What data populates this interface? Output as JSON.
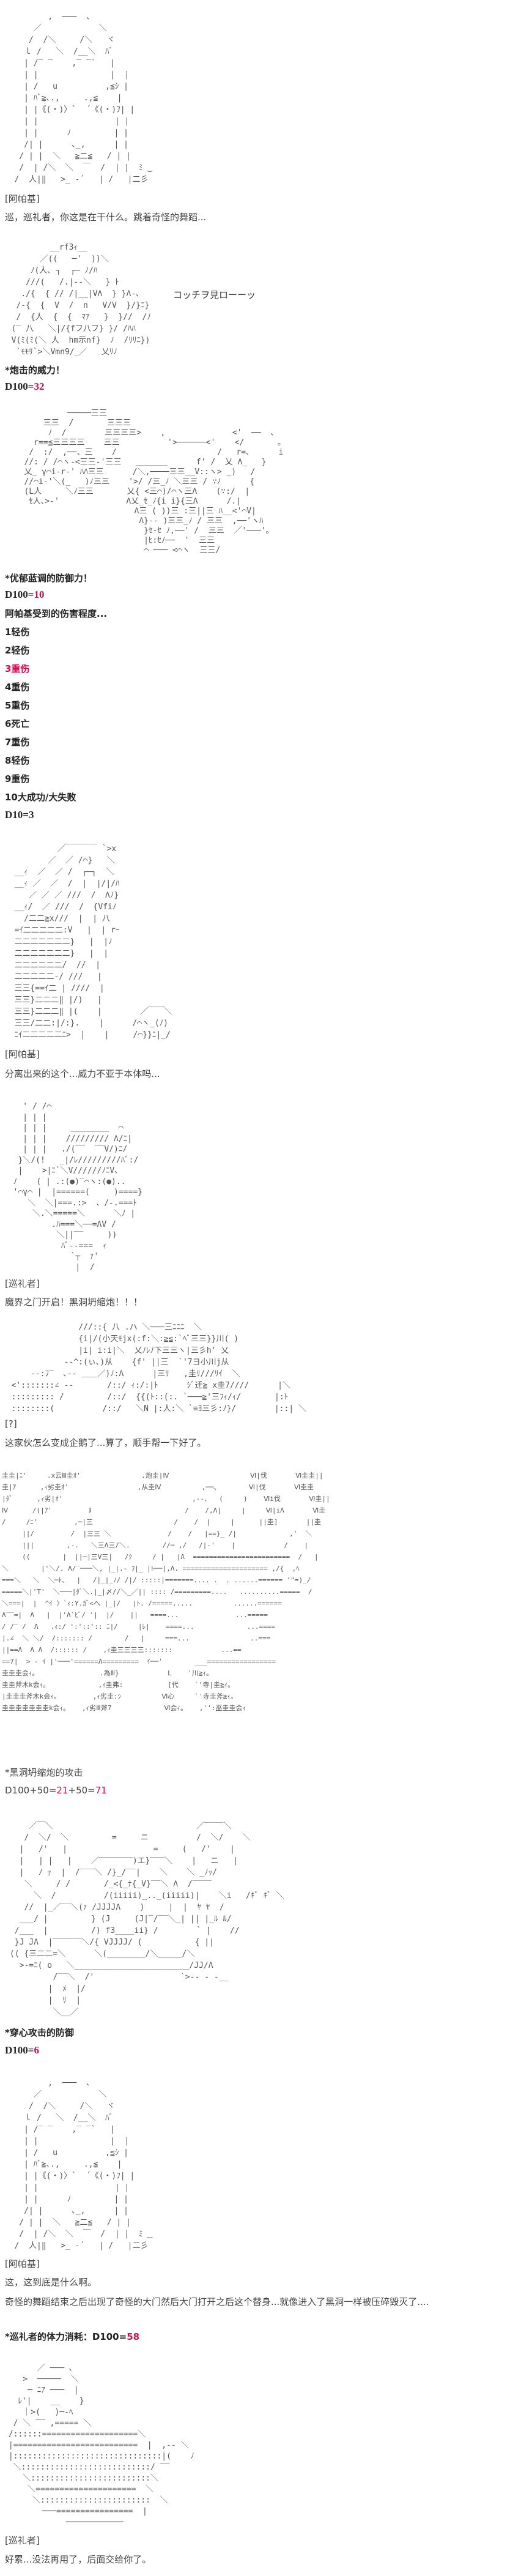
{
  "colors": {
    "text": "#444444",
    "bold_text": "#222222",
    "highlight": "#d0104c"
  },
  "speakers": {
    "apache": "[阿帕基]",
    "pilgrim": "[巡礼者]",
    "unknown": "[?]"
  },
  "lines": {
    "l1": "巡，巡礼者，你这是在干什么。跳着奇怪的舞蹈...",
    "aa2_caption": "コッチヲ見ローーッ",
    "cannon_power": "*炮击的威力！",
    "d100_prefix": "D100=",
    "cannon_power_roll": "32",
    "defense": "*优郁蓝调的防御力！",
    "defense_roll": "10",
    "damage_title": "阿帕基受到的伤害程度...",
    "damage_table": [
      "1轻伤",
      "2轻伤",
      "3重伤",
      "4重伤",
      "5重伤",
      "6死亡",
      "7重伤",
      "8轻伤",
      "9重伤",
      "10大成功/大失败"
    ],
    "d10": "D10=3",
    "l2": "分离出来的这个...威力不亚于本体吗...",
    "l3": "魔界之门开启！黑洞坍缩炮！！！",
    "l4": "这家伙怎么变成企鹅了...算了，顺手帮一下好了。",
    "bh_attack": "*黑洞坍缩炮的攻击",
    "bh_prefix": "D100+50=",
    "bh_roll": "21",
    "bh_mid": "+50=",
    "bh_total": "71",
    "pierce_def": "*穿心攻击的防御",
    "pierce_roll": "6",
    "l5": "这，这到底是什么啊。",
    "l6": "奇怪的舞蹈结束之后出现了奇怪的大门然后大门打开之后这个替身...就像进入了黑洞一样被压碎毁灭了....",
    "stamina": "*巡礼者的体力消耗：D100=",
    "stamina_roll": "58",
    "l7": "好累...没法再用了，后面交给你了。"
  },
  "ascii_art": {
    "aa1": "          ,  ───  、\n       ／            ＼\n      /  /＼     /＼   ヾ\n     ｌ /   ＼  /__＼  ﾊﾞ\n     | /‾ ‾    ,‾ ‾`   |\n     | |               |  |\n     | /   u          ,≦ｼ |\n     | ﾊﾞ≧､.,     .,≦    |\n     | |《(・)〉`  ´《(・)ﾌ| |\n     | |                | |\n     | |      ﾉ         | |\n     /| |      ､_,      | |\n    / | |  ＼   ≧二≦   / | |\n    /  | /＼  ＼  ￣  /  | |  ﾐ ‿\n   /  人|‖   >_ -´   | /   |二彡",
    "aa2": "          __rf3ｨ__\n        ／((   ─'  ))＼\n      ﾉ(人､ ┐  ┌─ ﾉ/ﾊ\n     ///(   /.|--＼   } ﾄ\n    ./{  { // /|__|VΛ  } }Λ-､\n   /-{  {  V  /  n   V/V  }/}ﾆ}\n   /  {人  {  {  ﾏｱ   }  }//  /ﾉ\n  (‾ 八   ＼|/{fフ八フ} }/ /ﾊﾊ\n  V(ﾐ(ﾐ(＼ 人  hm示nf}  ﾉ  /ﾘﾘﾆ})\n   `ﾓﾓﾘ`>＼Vmn9/_／   乂ﾘﾉ",
    "aa3": "            ─────三三\n       三三  /       三三三\n        ﾉ  /        三三三三>    ,              <'  ──  ､\n     r==≦三三三三    三三          '>──────<'    </       ｡\n    /  :/  ,──、三    /                     /   r=､      i\n   //: / /⌒ヽ-<三三-'三三   ＿＿＿＿      f' /  乂 Λ_   }\n   乂_ γ⌒i-r-' ﾊﾊ三三      /＼,────三三__V::ヽ> _)   /\n   //⌒i-'＼(_   )ﾉ三三    '>/ /三_ﾉ ＼三三 / ∵ﾉ      {\n   (L人     ＼ﾉ三三       乂{ <三⌒)/⌒ヽ三Λ    (∵:/  |\n    ｾ人､>-'              Λ乂_ｾ_ﾉ{i i}{三Λ      /.|\n                          Λ三 ( ))三 :三||三 ﾊ__<'⌒V|\n                           Λ}-- )三三_ﾉ / 三三  ,──'ヽﾊ\n                            }ｾ-ｾ ﾉ,──' /  三三  ／'───'｡\n                            |ﾋ:ｾﾉ──  '  三三\n                            ⌒ ─── <⌒ヽ  三三/",
    "aa4": "            ／￣￣￣￣ `>x\n          ／  ／ /⌒}   ＼\n   __ｨ  ／  ／ /  ┌─┐  ＼\n   __ｨ ／  ／  /  |  |/|/ﾊ\n      ／ ／ ／ ///  /  Λﾉ}\n   __ｨ/  ／ ///  /  {Vfiﾉ\n     /二二≧x///  |  | 八\n   =ｲ二二二二二:V   |  | rｰ\n   二二二二二二二}   |  |ﾉ\n   二二二二二二二}   |  |\n   二二二二二二/  //  |\n   二二二二二-/ ///   |\n   三三{==ｲ二 | ////  |\n   三三}二二二‖ |/)   |\n   三三}二二二‖ |(    |        ／￣￣＼\n   三三/二二:|/:}.    |      /⌒ヽ_(ﾉ)\n   ﾆｲ二二二二二ﾆ>  |    |     /⌒}}ﾆ|_/",
    "aa5": "    ' / /⌒\n    | | |\n    | | |     ________  ⌒\n    | | |    ///////// Λ/ﾆ|\n    | | |   ./(‾‾  ‾‾V/)ﾆ/\n   }＼/(!   _|/ﾚ/////////ﾊﾞ:/\n   |    >|ﾆ`＼V//////ﾉﾆV､\n  ﾉ    ( | .:(●)‾⌒ヽ:(●)..\n  '⌒γ⌒ |  |======(     )====}\n     ＼  ＼|===.:>  、/-.===ﾄ\n      ＼.＼=====＼      ＼ﾉ |\n          .ﾊ===＼──=ΛV /\n           ＼||‾‾     ))\n            ﾊﾞ--===  ｨ\n              `┬  ｧ'\n               |  /",
    "aa6": "                ///::{ 八 .ハ ＼───三ﾆﾆﾆ  ＼\n                {i|/(小天ﾓjx(:f:＼:≧≦:`ﾍﾞ三三}}川( )\n                |i| i:i|＼  乂ﾉﾚﾉ下三三ヽ|三彡h' 乂\n             --^:(ぃ､)从    {f' ||三  `'7ヨ小川j从\n      --:ﾌ‾  ､-- ＿＿／)ﾉ:Λ      |三ﾘ   ,圭ﾘ///ﾘｲ  ＼\n  <':::::::∠ --       /::/ ｨ:/:|ﾄ      ｼﾞ迁≧ x圭7////      |＼\n  ::::::::: /         /::/  {{(ﾄ::(:. `───≧'三ﾌｨ/ｨ/       |:ﾄ\n  ::::::::(          /::/   ＼N |:人:＼ `≡ﾖ三彡:ﾉ}/        |::| ＼",
    "aa7": "圭圭|ﾆ'     .x云Ⅲ圭ｵ'               .炮圭|Ⅳ                    Ⅵ|伐       Ⅵ圭圭||\n圭|ｱ      ,ｨ劣圭ｵ'                 ,从圭Ⅳ          ,──、       Ⅵ|伐       Ⅵ圭圭\n|ﾀﾞ      ,ｨ劣|ｵ'                                ,--、  (     )    Ⅵi伐       Ⅵ圭||\nⅣ      /(|ｱ'         ﾇ                       /    /,Λ|     |     Ⅵ|iΛ       Ⅵ圭\n/     /ﾆ'         ,─|三                    /    /  |     |      ||圭]       ||圭\n     ||/         /  |三三 ＼              /    /   |==}_ /|             ,'  ＼\n     |||        ,-.   ＼三Λ三/＼.        //─ ,/   /|-'    |            /    |\n     ((        |  ||─|三V三|   /ｸ     / |   |Λ  ========================  /   |\n＼        |'＼/. Λ/‾───＼, |_|.- ﾌ|_ |ﾄ──|,Λ. ===================== ,/{  ,ﾍ\n===＼   ＼  ＼─ﾄ、  |   /|_|_ﾉ/ /|/ :::::|=======.... .  . ......====== '\"=)_/\n=====＼|'T'  ＼───|ﾀﾞ＼.|_|〆//＼_／|| :::: /=========....   ..........=====  /\n＼===|  |  ^ｲ 〉`ｨ:Y.ｶﾞ<へ |_|/   |ﾄ. /=====.....          ......======\nΛ‾‾=|  Λ   |  |'Λ`ﾋﾞ/ '|  |/    ||   ====...              ...=====\n/ /‾ /  Λ   .ｨ:/ ':'::':: ﾆ|/     |ﾚ|    ====...             ...====\n|.∠  ＼ ＼/  /::::::: /        /   |     ===...               ..===\n||==Λ  Λ Λ  /:::::: /    ,ｨ圭三三三三:::::::            ...==\n==7|  > - ｲ |'───'======Λ=========  ｲ──'        ___=================\n圭圭圭会ｨ。               .為Ⅲ}            L    '川≧ｨ。\n圭圭斧木k会ｨ。            ,ｨ圭弗:           [代    `'寺|圭≧ｨ。\n|圭圭圭斧木k会ｨ。        ,ｨ劣圭:ｼ          Ⅵ心     `'寺圭斧≧ｨ。\n圭圭圭圭圭圭圭k会ｨ。   ,ｨ劣Ⅲ斧7             Ⅵ会ｨ。   ,'':巫圭圭会ｨ",
    "aa8": "    ／￣＼                              ／‾‾‾‾＼\n   /  ＼/  ＼         =     ニ          /  ＼/    ＼\n  |   /'   |                  =     (   /'    |\n  |   | |   |    ／‾‾‾‾‾‾‾)エ}‾‾‾＼    |   ニ   |\n  |   ﾉ ｯ  |  /‾‾‾＼ /}_/‾‾|    ＼    ＼ _ﾉｯ/\n   ＼     / /       /_<{_ﾅ{_V}‾‾＼ Λ  /‾‾‾‾\n     ＼  /          /(iiiii)_.._(iiiii)|    ＼i   /ｷﾞ ｷﾞ ＼\n   //  |_／‾‾＼(ｧ /JJJJΛ    )     |  |  ﾔ ﾔ  /\n  ___/ |         } (J     (J|‾/‾‾＼_| || |_ﾙ ﾙ/\n /___  |         /) f3____ii} /        ` |    //\n }J JΛ  |‾‾‾‾‾‾＼/{ VJJJJ/ (           { ||\n(( {三二二=＼      ＼(________/＼_____/＼\n  >-=ﾆ( o   ＼________________________/JJ/Λ\n         /‾‾＼  /'                  `>-- - -__\n        |  ﾒ  |/\n        |  ﾘ  |\n         ＼__／",
    "aa9": "          ,  ───  、\n       ／            ＼\n      /  /＼     /＼   ヾ\n     ｌ /   ＼  /__＼  ﾊﾞ\n     | /‾ ‾    ,‾ ‾`   |\n     | |               |  |\n     | /   u          ,≦ｼ |\n     | ﾊﾞ≧､.,     .,≦    |\n     | |《(・)〉`  ´《(・)ﾌ| |\n     | |                | |\n     | |      ﾉ         | |\n     /| |      ､_,      | |\n    / | |  ＼   ≧二≦   / | |\n    /  | /＼  ＼  ￣  /  | |  ﾐ ‿\n   /  人|‖   >_ -´   | /   |二彡",
    "aa10": "       ／ ─── ､\n    >  ─────  ＼\n     ─ ﾆｱ ───  |\n   ﾚ'|    __    }\n    ｜>(   )─-ﾍ\n  / ＼ ‾‾ ,===== ＼\n /::::::====================＼\n |==========================  |  ,-- ＼\n |:::::::::::::::::::::::::::::::|(    ﾉ\n  ＼:::::::::::::::::::::::::::/ ‾‾\n    ＼:::::::::::::::::::::::::＼\n     ＼=====================  ＼\n      ＼:::::::::::::::::::::::  ＼\n        ───================  |\n             ────────────"
  }
}
